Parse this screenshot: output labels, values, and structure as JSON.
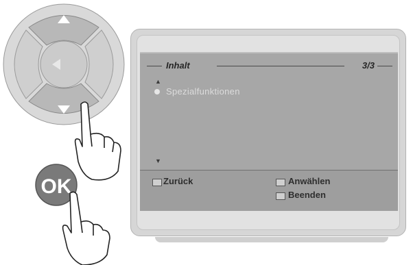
{
  "remote": {
    "ok_label": "OK"
  },
  "osd": {
    "title": "Inhalt",
    "page": "3/3",
    "items": [
      {
        "label": "Spezialfunktionen"
      }
    ],
    "footer": {
      "back_label": "Zurück",
      "select_label": "Anwählen",
      "exit_label": "Beenden"
    }
  },
  "colors": {
    "screen": "#a7a7a7",
    "remote_ring": "#c8c8c8",
    "ok_button": "#6f6f6f"
  }
}
